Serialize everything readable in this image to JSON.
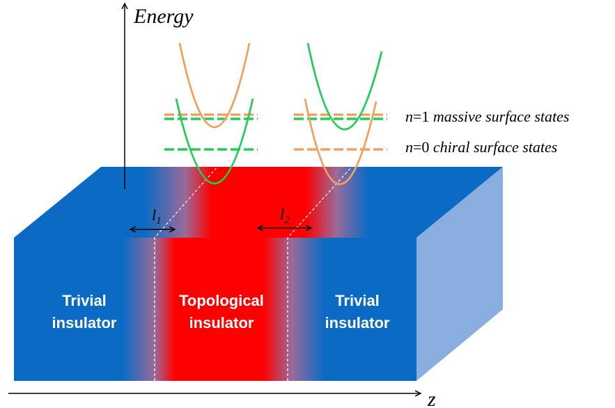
{
  "axes": {
    "energy_label": "Energy",
    "z_label": "z"
  },
  "widths": {
    "l1_base": "l",
    "l1_sub": "1",
    "l2_base": "l",
    "l2_sub": "2"
  },
  "regions": {
    "left": {
      "line1": "Trivial",
      "line2": "insulator"
    },
    "middle": {
      "line1": "Topological",
      "line2": "insulator"
    },
    "right": {
      "line1": "Trivial",
      "line2": "insulator"
    }
  },
  "legend": {
    "massive": {
      "n_sym": "n",
      "rest": "=1 ",
      "desc": "massive surface states"
    },
    "chiral": {
      "n_sym": "n",
      "rest": "=0 ",
      "desc": "chiral surface states"
    }
  },
  "colors": {
    "trivial_blue": "#0b6bc4",
    "topological_red": "#ff0000",
    "side_face": "#8aaee0",
    "orange_band": "#f0a060",
    "green_band": "#22cc55"
  }
}
